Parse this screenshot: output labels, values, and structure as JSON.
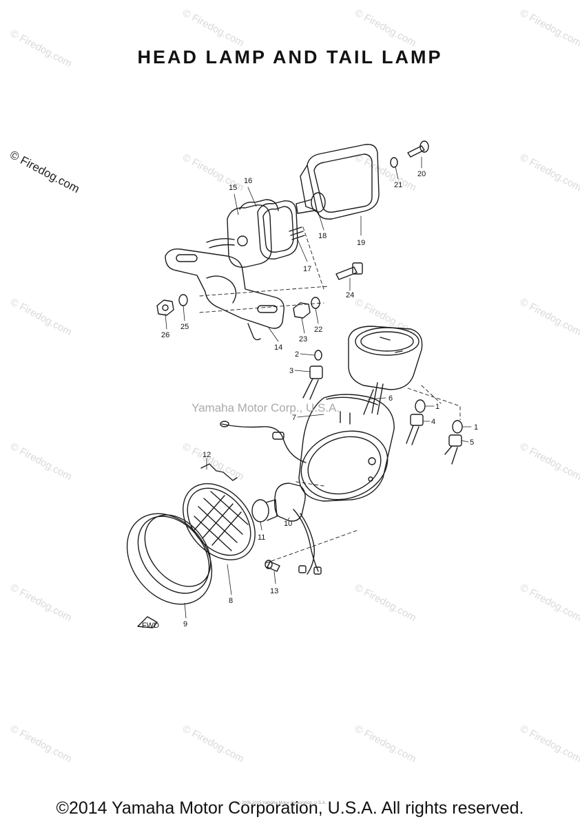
{
  "title": "HEAD LAMP AND TAIL LAMP",
  "watermark_main": "© Firedog.com",
  "watermark_repeat": "© Firedog.com",
  "center_watermark": "Yamaha Motor Corp., U.S.A.",
  "small_print": "(c) 2005-2015 Yamaha Motor Corporation, U.S.A.",
  "copyright": "©2014 Yamaha Motor Corporation, U.S.A. All rights reserved.",
  "part_labels": [
    {
      "id": "p1a",
      "text": "1"
    },
    {
      "id": "p1b",
      "text": "1"
    },
    {
      "id": "p2",
      "text": "2"
    },
    {
      "id": "p3",
      "text": "3"
    },
    {
      "id": "p4",
      "text": "4"
    },
    {
      "id": "p5",
      "text": "5"
    },
    {
      "id": "p6",
      "text": "6"
    },
    {
      "id": "p7",
      "text": "7"
    },
    {
      "id": "p8",
      "text": "8"
    },
    {
      "id": "p9",
      "text": "9"
    },
    {
      "id": "p10",
      "text": "10"
    },
    {
      "id": "p11",
      "text": "11"
    },
    {
      "id": "p12",
      "text": "12"
    },
    {
      "id": "p13",
      "text": "13"
    },
    {
      "id": "p14",
      "text": "14"
    },
    {
      "id": "p15",
      "text": "15"
    },
    {
      "id": "p16",
      "text": "16"
    },
    {
      "id": "p17",
      "text": "17"
    },
    {
      "id": "p18",
      "text": "18"
    },
    {
      "id": "p19",
      "text": "19"
    },
    {
      "id": "p20",
      "text": "20"
    },
    {
      "id": "p21",
      "text": "21"
    },
    {
      "id": "p22",
      "text": "22"
    },
    {
      "id": "p23",
      "text": "23"
    },
    {
      "id": "p24",
      "text": "24"
    },
    {
      "id": "p25",
      "text": "25"
    },
    {
      "id": "p26",
      "text": "26"
    }
  ],
  "fwd_mark": "FWD"
}
